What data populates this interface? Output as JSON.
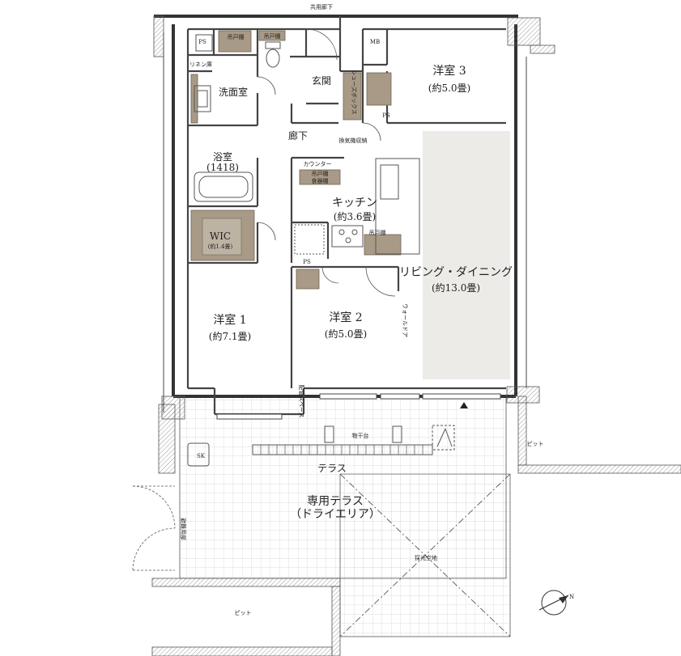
{
  "labels": {
    "common_corridor": "共用廊下",
    "ps_1": "PS",
    "ps_2": "PS",
    "ps_3": "PS",
    "mb": "MB",
    "hanging_shelf_1": "吊戸棚",
    "hanging_shelf_2": "吊戸棚",
    "hanging_shelf_3": "吊戸棚",
    "hanging_shelf_4": "吊戸棚",
    "linen_closet": "リネン庫",
    "washroom": "洗面室",
    "entrance": "玄関",
    "shoe_box": "シューズボックス",
    "western3": "洋室 3",
    "western3_size": "(約5.0畳)",
    "corridor": "廊下",
    "ventilation": "換気機収納",
    "bathroom": "浴室",
    "bathroom_size": "(1418)",
    "counter": "カウンター",
    "pantry": "食器棚",
    "kitchen": "キッチン",
    "kitchen_size": "(約3.6畳)",
    "wic": "WIC",
    "wic_size": "(約1.4畳)",
    "living": "リビング・ダイニング",
    "living_size": "(約13.0畳)",
    "western2": "洋室 2",
    "western2_size": "(約5.0畳)",
    "wall_door": "ウォールドア",
    "western1": "洋室 1",
    "western1_size": "(約7.1畳)",
    "pipe_space": "配管スペース",
    "drying_rack": "物干台",
    "sk": "SK",
    "terrace": "テラス",
    "private_terrace": "専用テラス",
    "dry_area": "（ドライエリア）",
    "evacuation": "避難用部",
    "light_well": "採光空地",
    "pit_1": "ピット",
    "pit_2": "ピット",
    "north_mark": "N"
  },
  "colors": {
    "wall": "#333333",
    "storage": "#a89a86",
    "storage_dark": "#8c7f6c",
    "living_floor": "#ecebe8",
    "terrace_grid": "#cfcfcf"
  }
}
